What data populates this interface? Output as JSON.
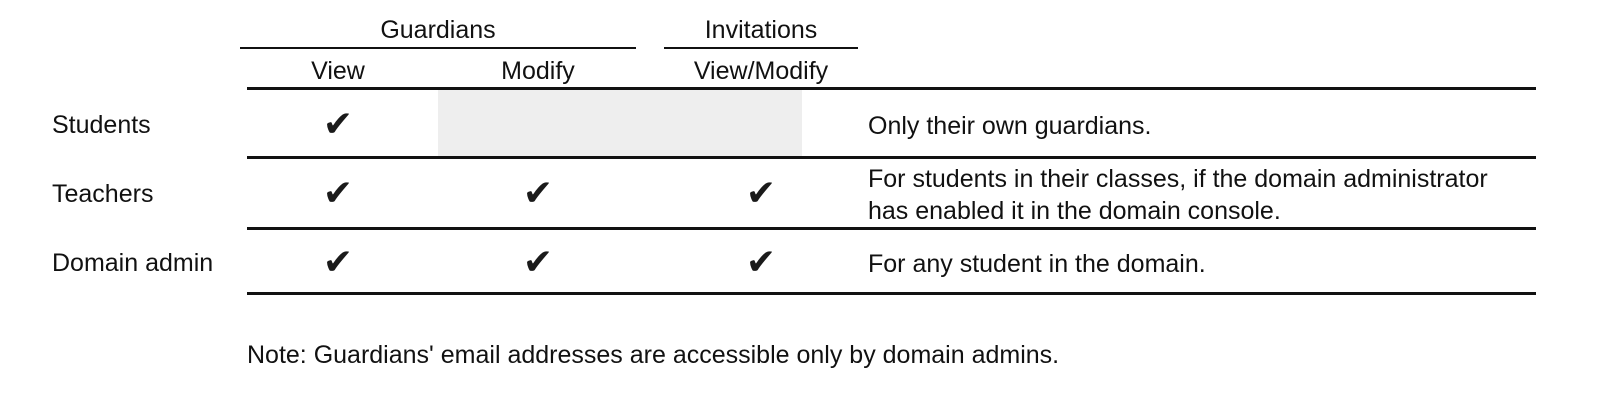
{
  "table": {
    "column_groups": [
      {
        "label": "Guardians",
        "spans": [
          "View",
          "Modify"
        ]
      },
      {
        "label": "Invitations",
        "spans": [
          "View/Modify"
        ]
      }
    ],
    "columns": [
      {
        "key": "role",
        "label": ""
      },
      {
        "key": "guardians_view",
        "label": "View"
      },
      {
        "key": "guardians_modify",
        "label": "Modify"
      },
      {
        "key": "invitations",
        "label": "View/Modify"
      },
      {
        "key": "notes",
        "label": ""
      }
    ],
    "check_glyph": "✔",
    "rows": [
      {
        "role": "Students",
        "guardians_view": "allowed",
        "guardians_modify": "shaded",
        "invitations": "shaded",
        "notes": "Only their own guardians."
      },
      {
        "role": "Teachers",
        "guardians_view": "allowed",
        "guardians_modify": "allowed",
        "invitations": "allowed",
        "notes": "For students in their classes, if the domain administrator has enabled it in the domain console."
      },
      {
        "role": "Domain admin",
        "guardians_view": "allowed",
        "guardians_modify": "allowed",
        "invitations": "allowed",
        "notes": "For any student in the domain."
      }
    ]
  },
  "footnote": {
    "text": "Note: Guardians' email addresses are accessible only by domain admins."
  },
  "colors": {
    "rule": "#111111",
    "shade": "#eeeeee",
    "text": "#111111",
    "background": "#ffffff"
  }
}
